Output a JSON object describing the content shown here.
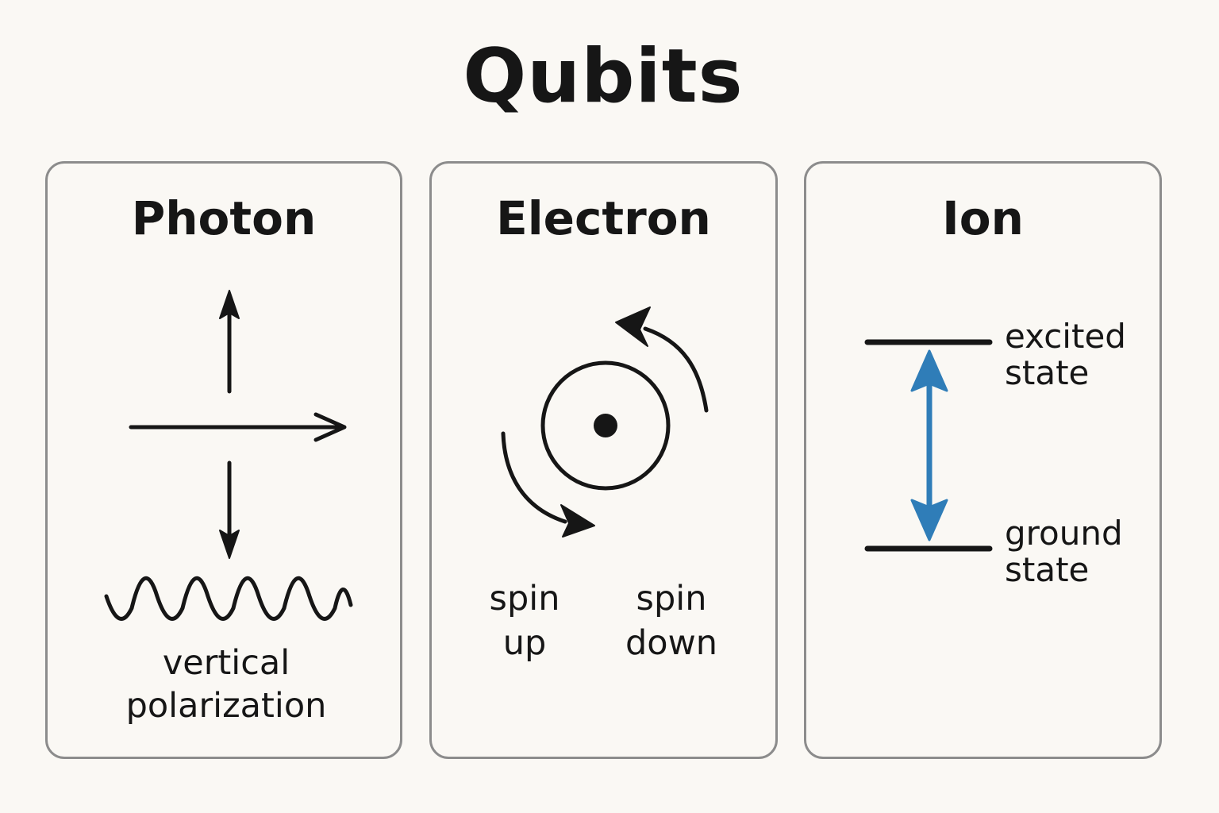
{
  "title": "Qubits",
  "panels": [
    {
      "title": "Photon",
      "label_lines": [
        "vertical",
        "polarization"
      ]
    },
    {
      "title": "Electron",
      "left_label_lines": [
        "spin",
        "up"
      ],
      "right_label_lines": [
        "spin",
        "down"
      ]
    },
    {
      "title": "Ion",
      "upper_label_lines": [
        "excited",
        "state"
      ],
      "lower_label_lines": [
        "ground",
        "state"
      ]
    }
  ],
  "colors": {
    "background": "#faf8f4",
    "panel_border": "#8c8c8c",
    "ink": "#161616",
    "transition_arrow": "#2f7db8"
  },
  "icons": [
    "up-arrow-icon",
    "right-arrow-icon",
    "down-arrow-icon",
    "wave-icon",
    "spin-circle-icon",
    "curved-arrow-icon",
    "energy-level-line",
    "double-arrow-icon"
  ]
}
